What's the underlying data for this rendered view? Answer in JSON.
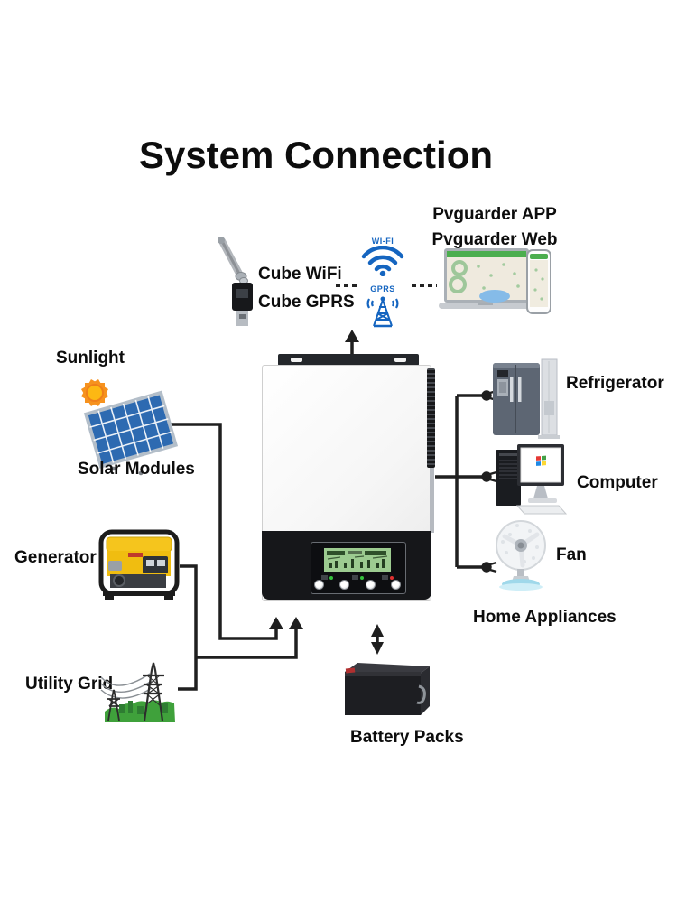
{
  "title": "System Connection",
  "monitoring": {
    "app": "Pvguarder APP",
    "web": "Pvguarder Web",
    "cube_wifi": "Cube WiFi",
    "cube_gprs": "Cube GPRS",
    "wifi": "WI-FI",
    "gprs": "GPRS"
  },
  "sources": {
    "sunlight": "Sunlight",
    "solar_modules": "Solar Modules",
    "generator": "Generator",
    "utility_grid": "Utility Grid"
  },
  "loads": {
    "refrigerator": "Refrigerator",
    "computer": "Computer",
    "fan": "Fan",
    "home_appliances": "Home Appliances"
  },
  "storage": {
    "battery_packs": "Battery Packs"
  },
  "colors": {
    "icon_blue": "#1565c0",
    "line_black": "#1f1f1f",
    "solar_panel_blue": "#2d6ab1",
    "sun_orange": "#f6921e",
    "generator_yellow": "#f2c41d",
    "grass_green": "#3fa13b",
    "lcd_green": "#9ccb90",
    "map_bar_green": "#4cae4f"
  }
}
